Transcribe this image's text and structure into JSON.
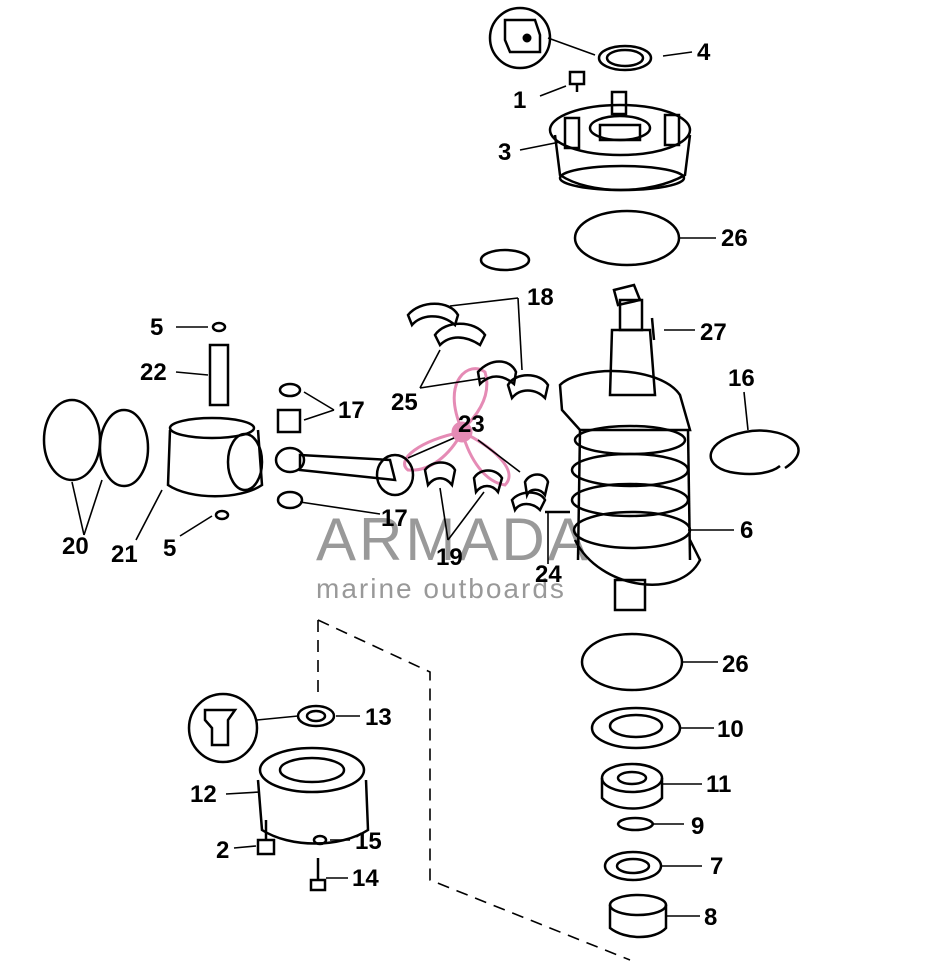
{
  "diagram": {
    "callouts": [
      {
        "id": "c1",
        "text": "1"
      },
      {
        "id": "c2",
        "text": "2"
      },
      {
        "id": "c3",
        "text": "3"
      },
      {
        "id": "c4",
        "text": "4"
      },
      {
        "id": "c5a",
        "text": "5"
      },
      {
        "id": "c5b",
        "text": "5"
      },
      {
        "id": "c6",
        "text": "6"
      },
      {
        "id": "c7",
        "text": "7"
      },
      {
        "id": "c8",
        "text": "8"
      },
      {
        "id": "c9",
        "text": "9"
      },
      {
        "id": "c10",
        "text": "10"
      },
      {
        "id": "c11",
        "text": "11"
      },
      {
        "id": "c12",
        "text": "12"
      },
      {
        "id": "c13",
        "text": "13"
      },
      {
        "id": "c14",
        "text": "14"
      },
      {
        "id": "c15",
        "text": "15"
      },
      {
        "id": "c16",
        "text": "16"
      },
      {
        "id": "c17a",
        "text": "17"
      },
      {
        "id": "c17b",
        "text": "17"
      },
      {
        "id": "c18",
        "text": "18"
      },
      {
        "id": "c19",
        "text": "19"
      },
      {
        "id": "c20",
        "text": "20"
      },
      {
        "id": "c21",
        "text": "21"
      },
      {
        "id": "c22",
        "text": "22"
      },
      {
        "id": "c23",
        "text": "23"
      },
      {
        "id": "c24",
        "text": "24"
      },
      {
        "id": "c25",
        "text": "25"
      },
      {
        "id": "c26a",
        "text": "26"
      },
      {
        "id": "c26b",
        "text": "26"
      },
      {
        "id": "c27",
        "text": "27"
      }
    ]
  },
  "watermark": {
    "title": "ARMADA",
    "subtitle": "marine outboards",
    "logo_color": "#e58bb5",
    "text_color": "#777777"
  }
}
